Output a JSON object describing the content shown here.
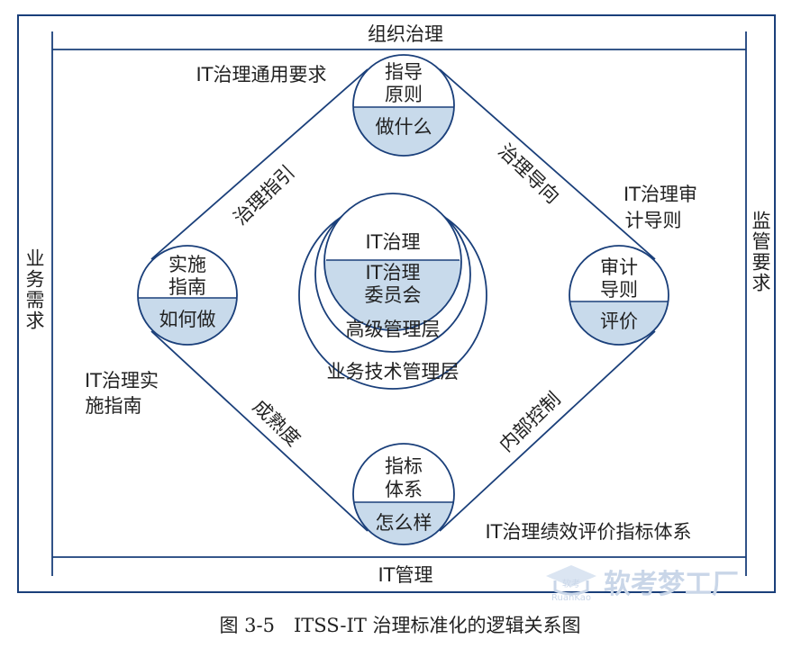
{
  "frame": {
    "top": "组织治理",
    "bottom": "IT管理",
    "left": "业务需求",
    "right": "监管要求"
  },
  "labels": {
    "general": "IT治理通用要求",
    "guide": "IT治理实施指南",
    "audit": "IT治理审计导则",
    "perf": "IT治理绩效评价指标体系"
  },
  "edges": {
    "top_left": "治理指引",
    "top_right": "治理导向",
    "bottom_left": "成熟度",
    "bottom_right": "内部控制"
  },
  "nodes": {
    "top": {
      "upper": [
        "指导",
        "原则"
      ],
      "lower": "做什么"
    },
    "left": {
      "upper": [
        "实施",
        "指南"
      ],
      "lower": "如何做"
    },
    "right": {
      "upper": [
        "审计",
        "导则"
      ],
      "lower": "评价"
    },
    "bottom": {
      "upper": [
        "指标",
        "体系"
      ],
      "lower": "怎么样"
    }
  },
  "center": {
    "inner": "IT治理",
    "committee": [
      "IT治理",
      "委员会"
    ],
    "senior": "高级管理层",
    "business": "业务技术管理层"
  },
  "caption": "图 3-5　ITSS-IT 治理标准化的逻辑关系图",
  "watermark": {
    "main": "软考梦工厂",
    "sub1": "软考",
    "sub2": "RuanKao"
  },
  "colors": {
    "line": "#1a3f7a",
    "fill": "#c8daeb"
  }
}
